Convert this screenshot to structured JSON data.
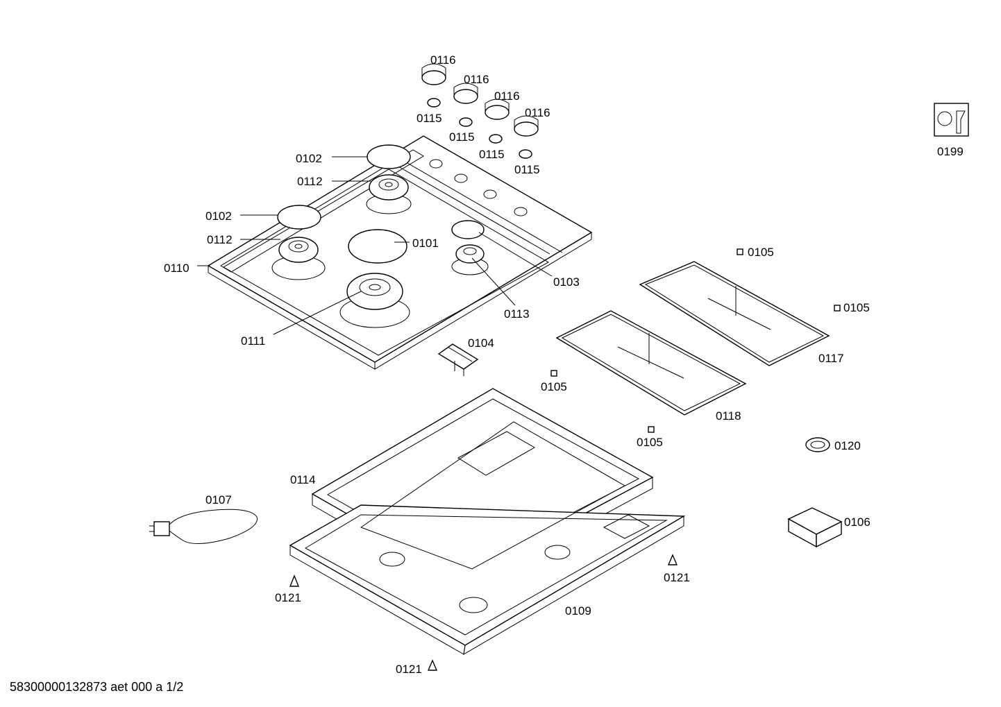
{
  "labels": {
    "p0116": "0116",
    "p0115": "0115",
    "p0102": "0102",
    "p0112": "0112",
    "p0101": "0101",
    "p0103": "0103",
    "p0110": "0110",
    "p0111": "0111",
    "p0113": "0113",
    "p0104": "0104",
    "p0105": "0105",
    "p0117": "0117",
    "p0118": "0118",
    "p0120": "0120",
    "p0106": "0106",
    "p0114": "0114",
    "p0107": "0107",
    "p0109": "0109",
    "p0121": "0121",
    "p0199": "0199"
  },
  "footer": "58300000132873 aet 000 a 1/2"
}
